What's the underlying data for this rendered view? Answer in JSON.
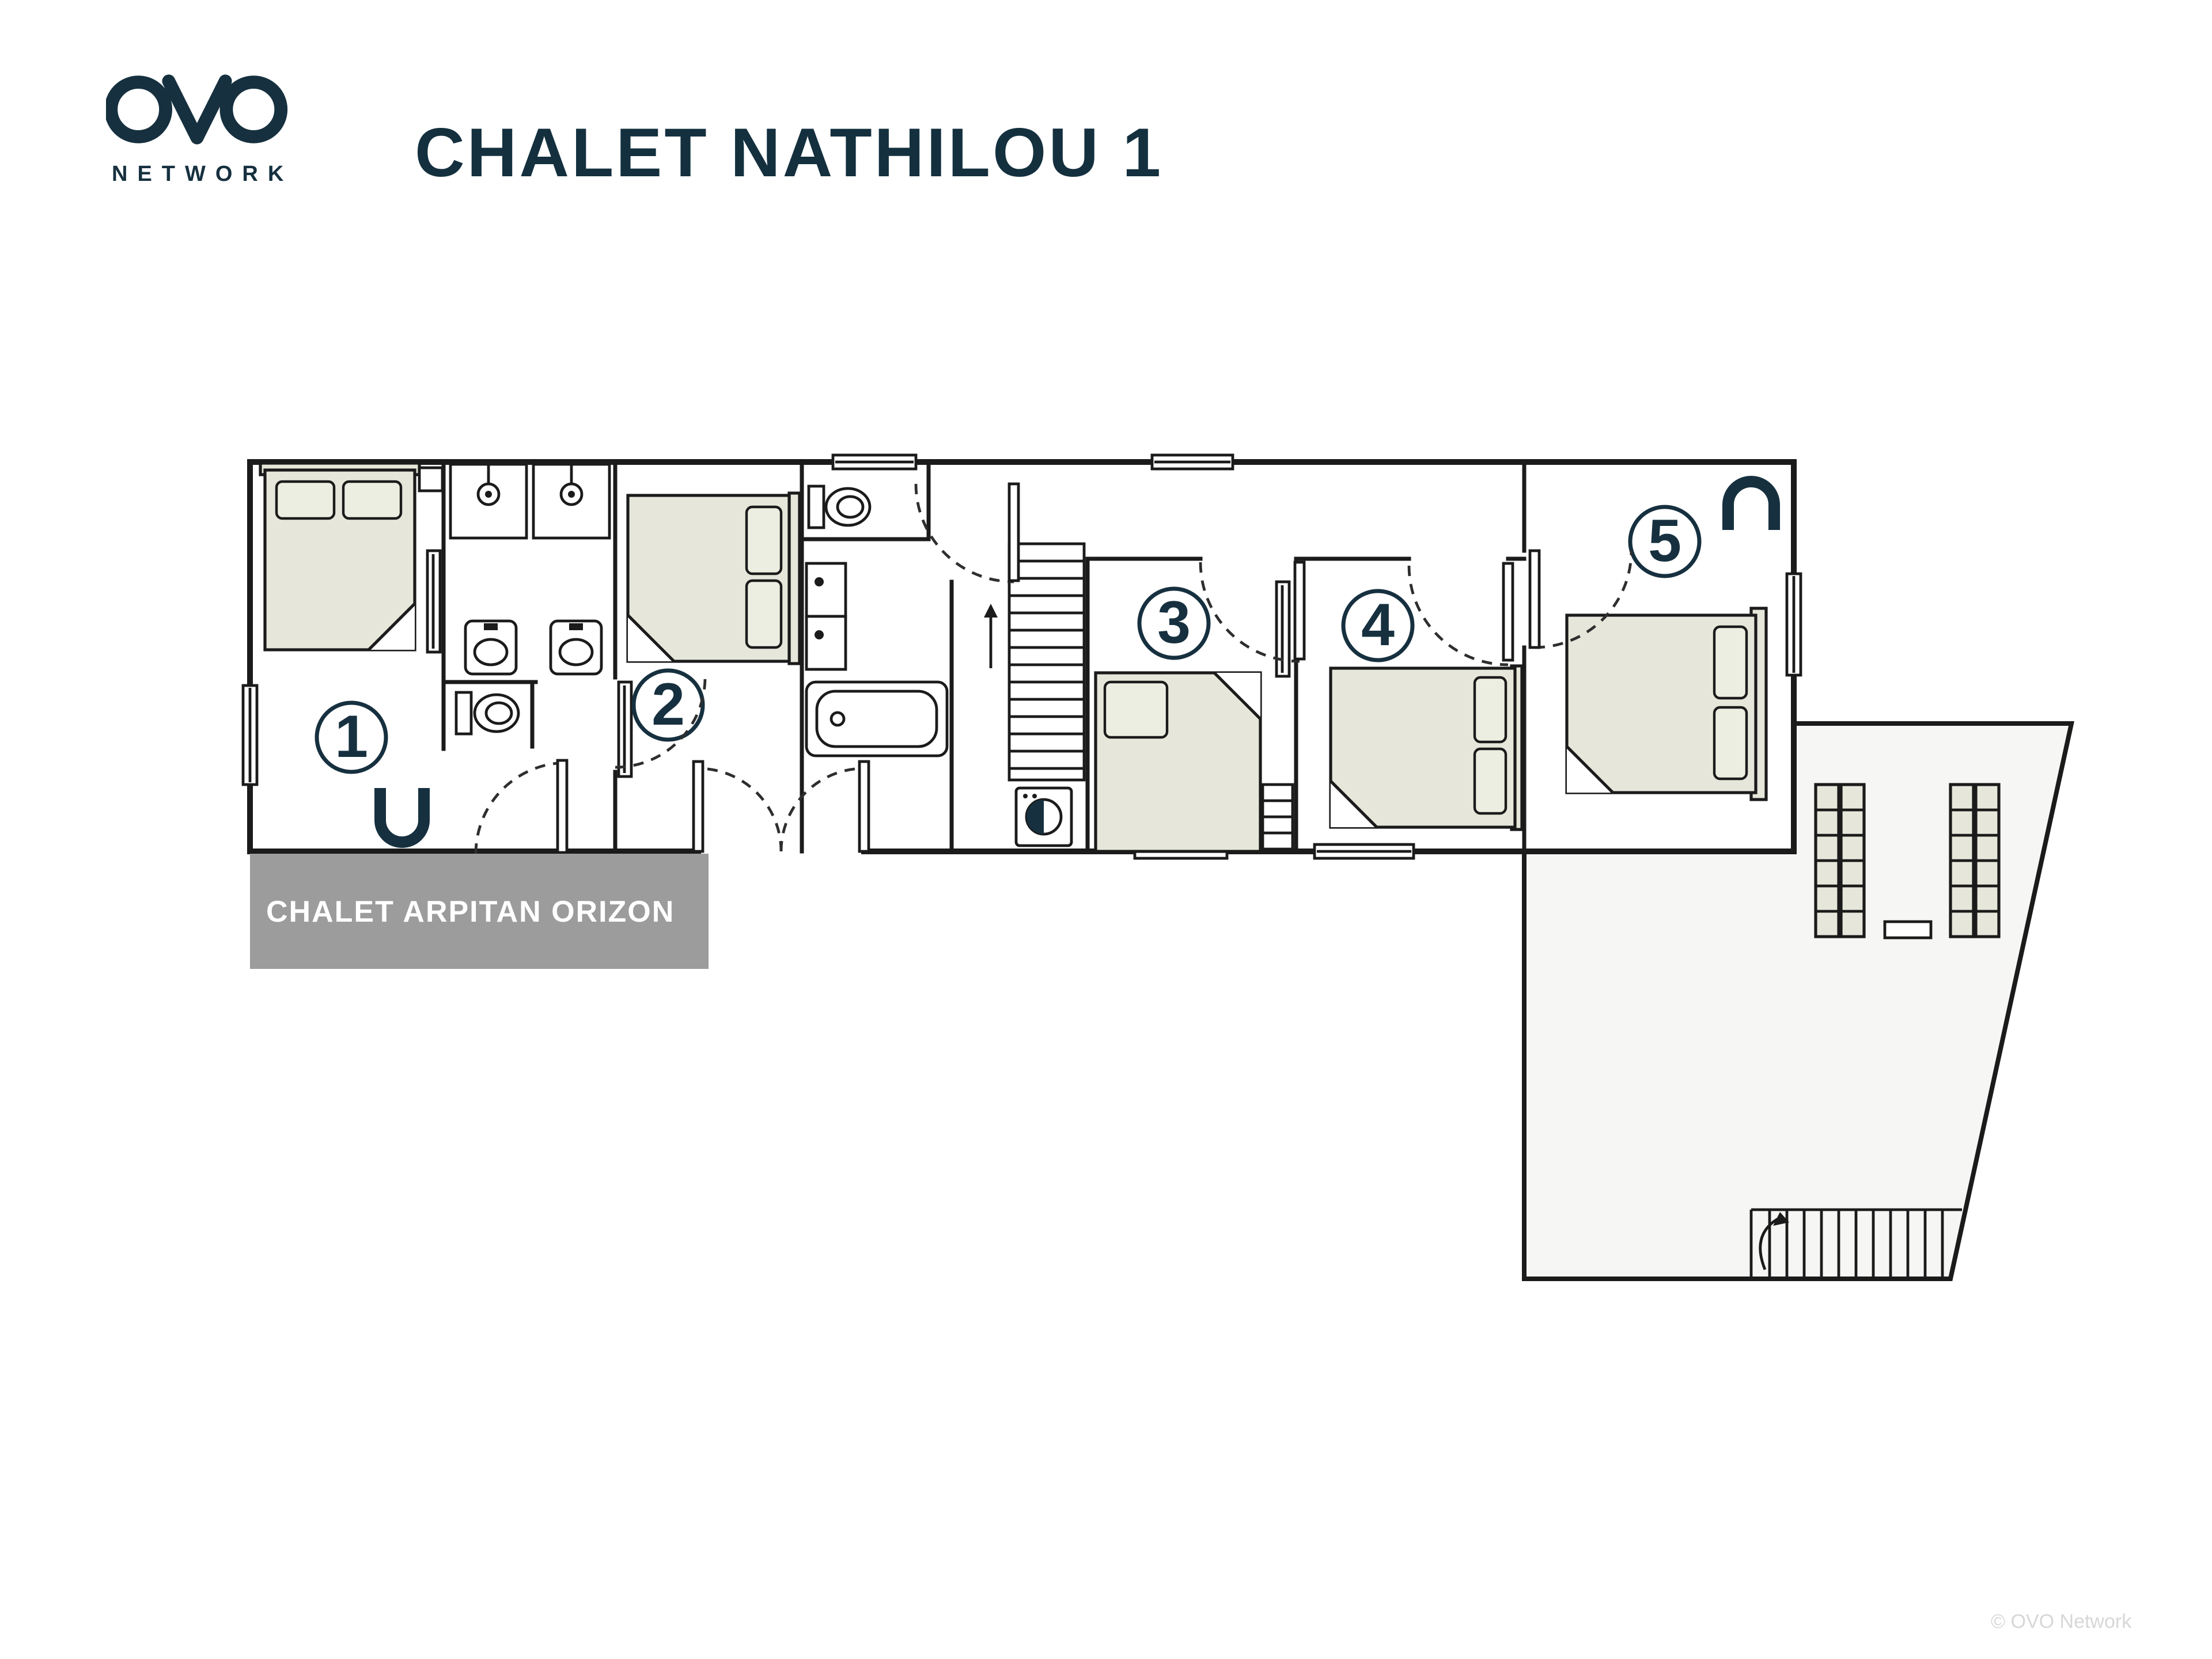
{
  "header": {
    "brand": {
      "name": "OVO",
      "subtitle": "NETWORK"
    },
    "title": "CHALET NATHILOU 1"
  },
  "floorplan": {
    "rooms": [
      {
        "label": "1"
      },
      {
        "label": "2"
      },
      {
        "label": "3"
      },
      {
        "label": "4"
      },
      {
        "label": "5"
      }
    ],
    "adjacent_chalet_label": "CHALET ARPITAN ORIZON",
    "icons": [
      "double-bed",
      "shower",
      "washbasin",
      "toilet",
      "bathtub",
      "staircase",
      "washing-machine",
      "radiator",
      "door-swing",
      "window",
      "sun-lounger",
      "terrace-stairs"
    ]
  },
  "footer": {
    "copyright": "© OVO Network"
  },
  "colors": {
    "navy": "#16303f",
    "wall": "#1b1b1b",
    "furniture_fill": "#e6e7da",
    "terrace_fill": "#f6f6f5",
    "label_bg": "#9c9c9c",
    "copyright_text": "#d7d7d7"
  }
}
